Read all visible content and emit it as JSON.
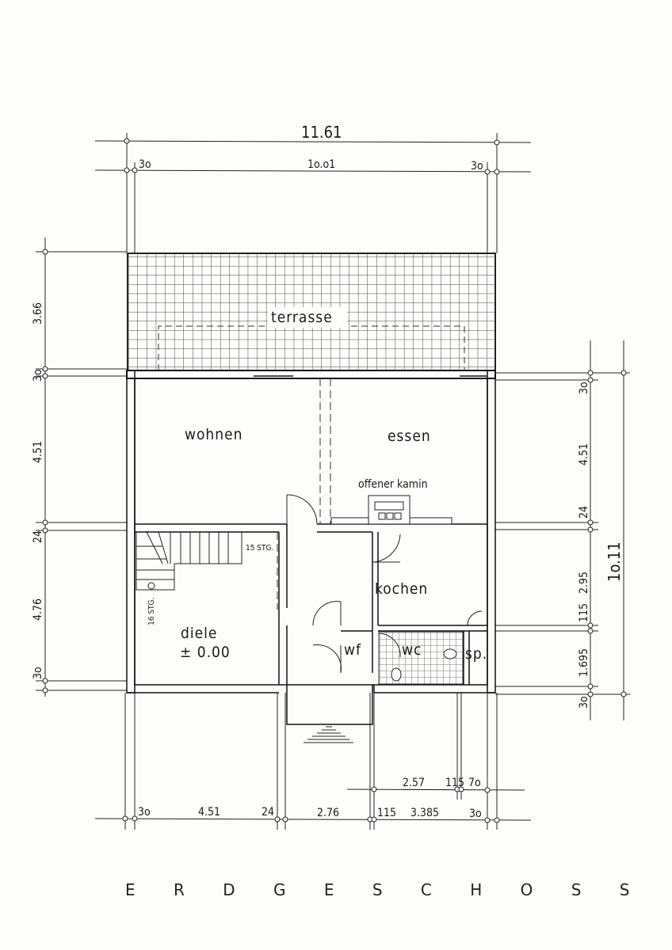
{
  "title": "E R D G E S C H O S S",
  "rooms": {
    "terrace": "terrasse",
    "living": "wohnen",
    "dining": "essen",
    "fireplace": "offener kamin",
    "kitchen": "kochen",
    "hall": "diele",
    "hall_level": "± 0.00",
    "utility": "wf",
    "wc": "wc",
    "pantry": "sp."
  },
  "stairs": {
    "upper": "15 STG.",
    "lower": "16 STG."
  },
  "dimensions": {
    "top_total": "11.61",
    "top": [
      "3o",
      "1o.o1",
      "3o"
    ],
    "left": [
      "3.66",
      "3o",
      "4.51",
      "24",
      "4.76",
      "3o"
    ],
    "right": [
      "3o",
      "4.51",
      "24",
      "2.95",
      "115",
      "1.695",
      "3o"
    ],
    "right_total": "1o.11",
    "bottom_inner": [
      "2.57",
      "115",
      "7o"
    ],
    "bottom": [
      "3o",
      "4.51",
      "24",
      "2.76",
      "115",
      "3.385",
      "3o"
    ]
  }
}
